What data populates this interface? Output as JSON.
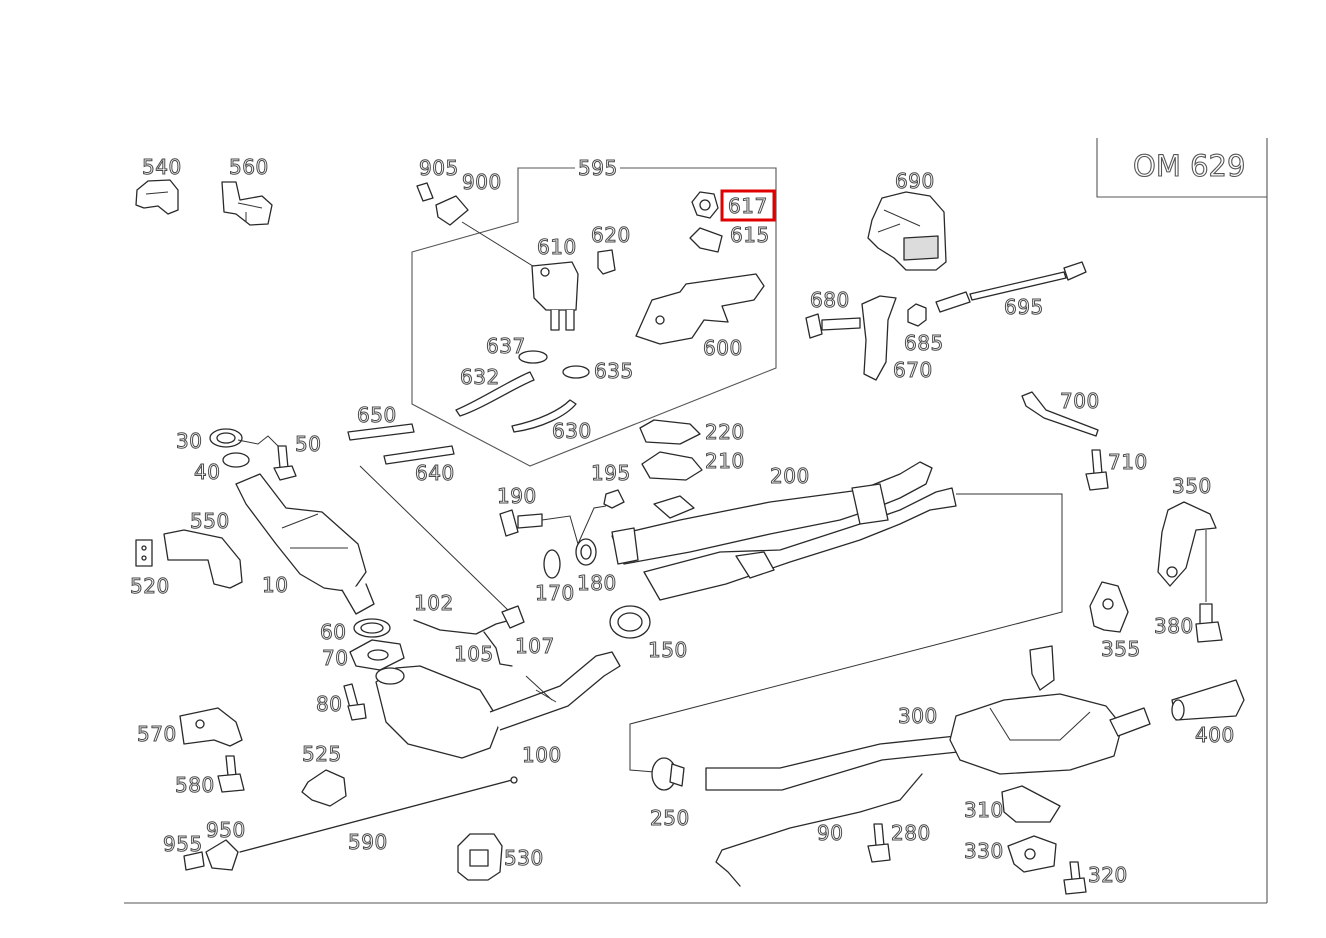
{
  "diagram": {
    "engine_label": "OM 629",
    "highlight_color": "#e00000",
    "highlighted_part": "617",
    "part_numbers": {
      "p540": "540",
      "p560": "560",
      "p905": "905",
      "p900": "900",
      "p595": "595",
      "p617": "617",
      "p615": "615",
      "p610": "610",
      "p620": "620",
      "p690": "690",
      "p680": "680",
      "p695": "695",
      "p685": "685",
      "p670": "670",
      "p637": "637",
      "p635": "635",
      "p632": "632",
      "p600": "600",
      "p630": "630",
      "p650": "650",
      "p640": "640",
      "p30": "30",
      "p50": "50",
      "p40": "40",
      "p220": "220",
      "p210": "210",
      "p195": "195",
      "p200": "200",
      "p190": "190",
      "p700": "700",
      "p710": "710",
      "p350": "350",
      "p550": "550",
      "p520": "520",
      "p10": "10",
      "p170": "170",
      "p180": "180",
      "p355": "355",
      "p380": "380",
      "p102": "102",
      "p60": "60",
      "p107": "107",
      "p105": "105",
      "p150": "150",
      "p70": "70",
      "p80": "80",
      "p300": "300",
      "p400": "400",
      "p570": "570",
      "p100": "100",
      "p525": "525",
      "p580": "580",
      "p250": "250",
      "p310": "310",
      "p950": "950",
      "p590": "590",
      "p955": "955",
      "p90": "90",
      "p280": "280",
      "p330": "330",
      "p530": "530",
      "p320": "320"
    }
  }
}
